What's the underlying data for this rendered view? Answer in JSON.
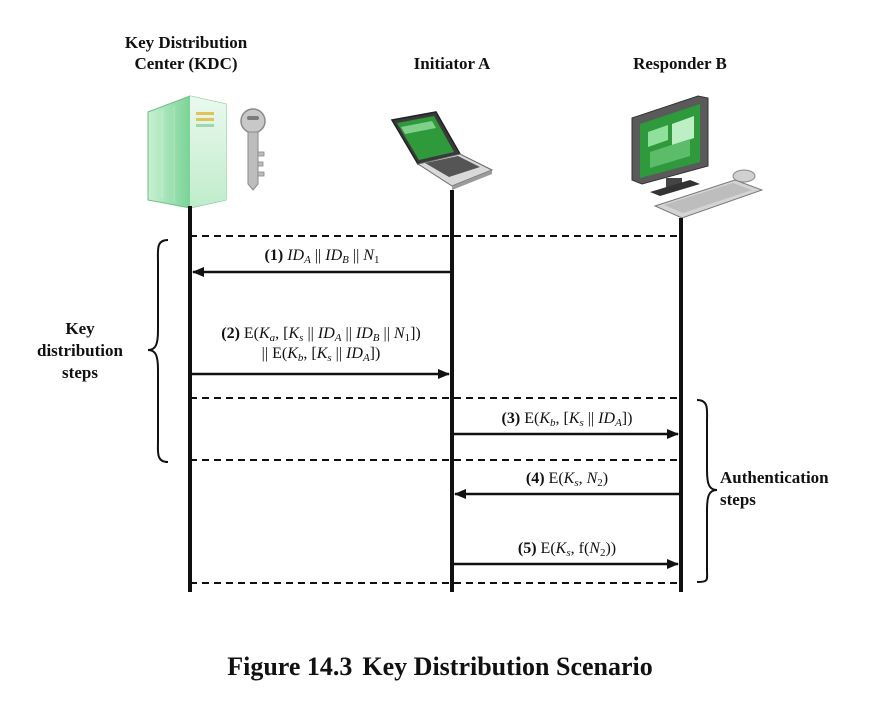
{
  "actors": {
    "kdc": {
      "label_line1": "Key Distribution",
      "label_line2": "Center (KDC)"
    },
    "initiator": {
      "label": "Initiator A"
    },
    "responder": {
      "label": "Responder B"
    }
  },
  "groups": {
    "key_distribution": {
      "line1": "Key",
      "line2": "distribution",
      "line3": "steps"
    },
    "authentication": {
      "line1": "Authentication",
      "line2": "steps"
    }
  },
  "messages": [
    {
      "step": "(1)",
      "from": "Initiator A",
      "to": "Key Distribution Center (KDC)"
    },
    {
      "step": "(2)",
      "from": "Key Distribution Center (KDC)",
      "to": "Initiator A"
    },
    {
      "step": "(3)",
      "from": "Initiator A",
      "to": "Responder B"
    },
    {
      "step": "(4)",
      "from": "Responder B",
      "to": "Initiator A"
    },
    {
      "step": "(5)",
      "from": "Initiator A",
      "to": "Responder B"
    }
  ],
  "caption": {
    "number": "Figure 14.3",
    "title": "Key Distribution Scenario"
  },
  "colors": {
    "line": "#111111",
    "server_green": "#7fd59a",
    "screen_green": "#2f9a3c",
    "device_gray": "#5a5a5a"
  },
  "icons": [
    "server-icon",
    "key-icon",
    "laptop-icon",
    "desktop-computer-icon"
  ]
}
